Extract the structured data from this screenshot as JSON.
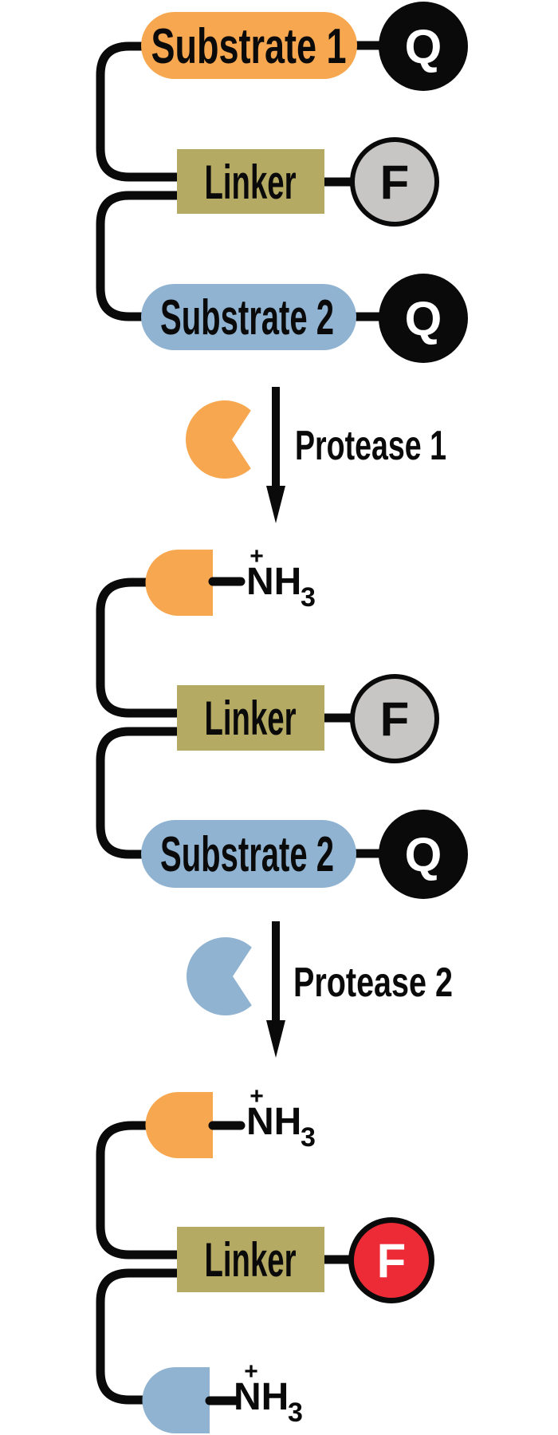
{
  "labels": {
    "substrate1": "Substrate 1",
    "substrate2": "Substrate 2",
    "linker": "Linker",
    "quencher": "Q",
    "fluorophore": "F",
    "protease1": "Protease 1",
    "protease2": "Protease 2"
  },
  "amine": {
    "charge": "+",
    "base": "NH",
    "subscript": "3"
  },
  "colors": {
    "substrate1": "#F7A74F",
    "substrate2": "#8FB3D1",
    "linker": "#B4AA63",
    "quencher": "#0a0a0a",
    "fluorophore_quenched": "#C7C6C5",
    "fluorophore_active": "#EC2B37",
    "line": "#0a0a0a",
    "background": "#FFFFFF"
  }
}
